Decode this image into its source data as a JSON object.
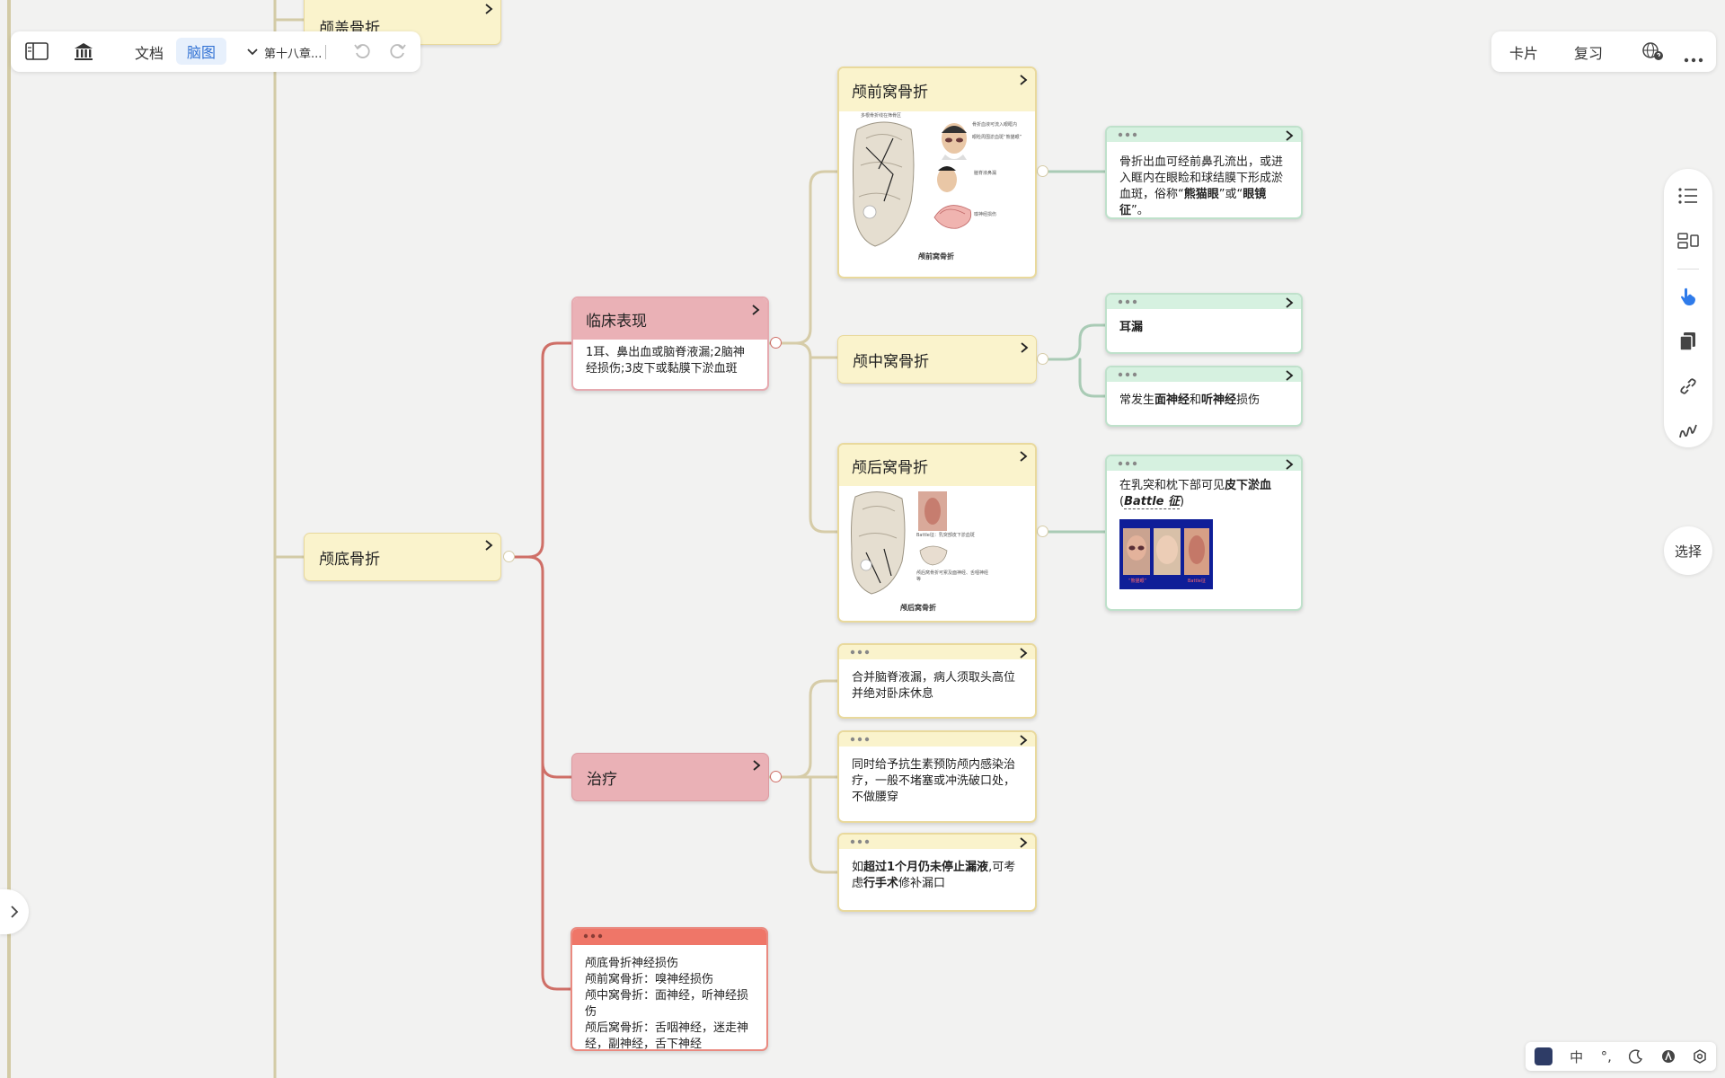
{
  "toolbar": {
    "doc_label": "文档",
    "mindmap_label": "脑图",
    "chapter_label": "第十八章..."
  },
  "right_toolbar": {
    "card_label": "卡片",
    "review_label": "复习"
  },
  "side_rail": {
    "select_label": "选择"
  },
  "status_bar": {
    "lang_label": "中",
    "punct_label": "°,"
  },
  "nodes": {
    "skull_vault": "颅盖骨折",
    "skull_base": "颅底骨折",
    "clinical": {
      "title": "临床表现",
      "text": "1耳、鼻出血或脑脊液漏;2脑神经损伤;3皮下或黏膜下淤血斑"
    },
    "treatment": "治疗",
    "anterior": {
      "title": "颅前窝骨折",
      "figure_caption": "颅前窝骨折",
      "figure_notes": [
        "多根骨折线在筛骨区",
        "骨折血液可流入眼眶内",
        "眼睑周围淤血斑“熊猫眼”",
        "脑脊液鼻漏",
        "嗅神经损伤"
      ]
    },
    "middle": "颅中窝骨折",
    "posterior": {
      "title": "颅后窝骨折",
      "figure_caption": "颅后窝骨折",
      "figure_notes": [
        "Battle征：乳突部皮下淤血斑",
        "颅后窝骨折可累及面神经、舌咽神经等"
      ]
    },
    "ant_detail": {
      "pre": "骨折出血可经前鼻孔流出，或进入眶内在眼睑和球结膜下形成淤血斑，俗称“",
      "b1": "熊猫眼",
      "mid": "”或“",
      "b2": "眼镜征",
      "post": "”。"
    },
    "ear_leak": "耳漏",
    "facial": {
      "pre": "常发生",
      "b1": "面神经",
      "mid": "和",
      "b2": "听神经",
      "post": "损伤"
    },
    "post_detail": {
      "pre": "在乳突和枕下部可见",
      "bold": "皮下淤血",
      "open": "(",
      "battle": "Battle 征",
      "close": ")",
      "photo_labels": [
        "“熊猫眼”",
        "Battle征"
      ]
    },
    "treat_1": "合并脑脊液漏，病人须取头高位并绝对卧床休息",
    "treat_2": "同时给予抗生素预防颅内感染治疗，一般不堵塞或冲洗破口处，不做腰穿",
    "treat_3": {
      "pre": "如",
      "b1": "超过1个月仍未停止漏液",
      "mid": ",可考虑",
      "b2": "行手术",
      "post": "修补漏口"
    },
    "nerve_summary": {
      "l1": "颅底骨折神经损伤",
      "l2": "颅前窝骨折：嗅神经损伤",
      "l3": "颅中窝骨折：面神经，听神经损伤",
      "l4": "颅后窝骨折：舌咽神经，迷走神经，副神经，舌下神经"
    }
  },
  "colors": {
    "background": "#f2f2f1",
    "yellow_node": "#faf3cc",
    "pink_node": "#eab1b6",
    "green_strip": "#d6f1e0",
    "red_strip": "#ef7668",
    "accent_blue": "#3272d4",
    "branch_red": "#cf6f67",
    "branch_tan": "#d6cca8",
    "branch_green": "#a9cbb5"
  }
}
